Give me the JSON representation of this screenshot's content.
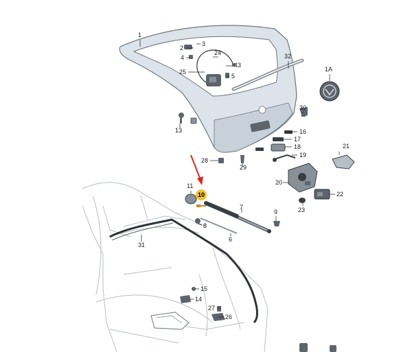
{
  "colors": {
    "panel_fill": "#dde3ea",
    "panel_stroke": "#6c747c",
    "body_line": "#b8bec6",
    "part_dark": "#3a3e44",
    "part_mid": "#8a9098",
    "highlight": "#f2c230",
    "arrow": "#e3241b"
  },
  "callouts": [
    {
      "id": "c1",
      "text": "1"
    },
    {
      "id": "c32",
      "text": "32"
    },
    {
      "id": "c1a",
      "text": "1A"
    },
    {
      "id": "c2",
      "text": "2"
    },
    {
      "id": "c3",
      "text": "3"
    },
    {
      "id": "c24",
      "text": "24"
    },
    {
      "id": "c4",
      "text": "4"
    },
    {
      "id": "c43",
      "text": "43"
    },
    {
      "id": "c25",
      "text": "25"
    },
    {
      "id": "c5",
      "text": "5"
    },
    {
      "id": "c30",
      "text": "30"
    },
    {
      "id": "c13",
      "text": "13"
    },
    {
      "id": "c16",
      "text": "16"
    },
    {
      "id": "c18",
      "text": "18"
    },
    {
      "id": "c17",
      "text": "17"
    },
    {
      "id": "c19",
      "text": "19"
    },
    {
      "id": "c21",
      "text": "21"
    },
    {
      "id": "c28",
      "text": "28"
    },
    {
      "id": "c29",
      "text": "29"
    },
    {
      "id": "c20",
      "text": "20"
    },
    {
      "id": "c22",
      "text": "22"
    },
    {
      "id": "c23",
      "text": "23"
    },
    {
      "id": "c11",
      "text": "11"
    },
    {
      "id": "c7",
      "text": "7"
    },
    {
      "id": "c9",
      "text": "9"
    },
    {
      "id": "c8",
      "text": "8"
    },
    {
      "id": "c6",
      "text": "6"
    },
    {
      "id": "c31",
      "text": "31"
    },
    {
      "id": "c15",
      "text": "15"
    },
    {
      "id": "c14",
      "text": "14"
    },
    {
      "id": "c27",
      "text": "27"
    },
    {
      "id": "c26",
      "text": "26"
    }
  ],
  "highlighted_callout": {
    "id": "c10",
    "text": "10"
  }
}
